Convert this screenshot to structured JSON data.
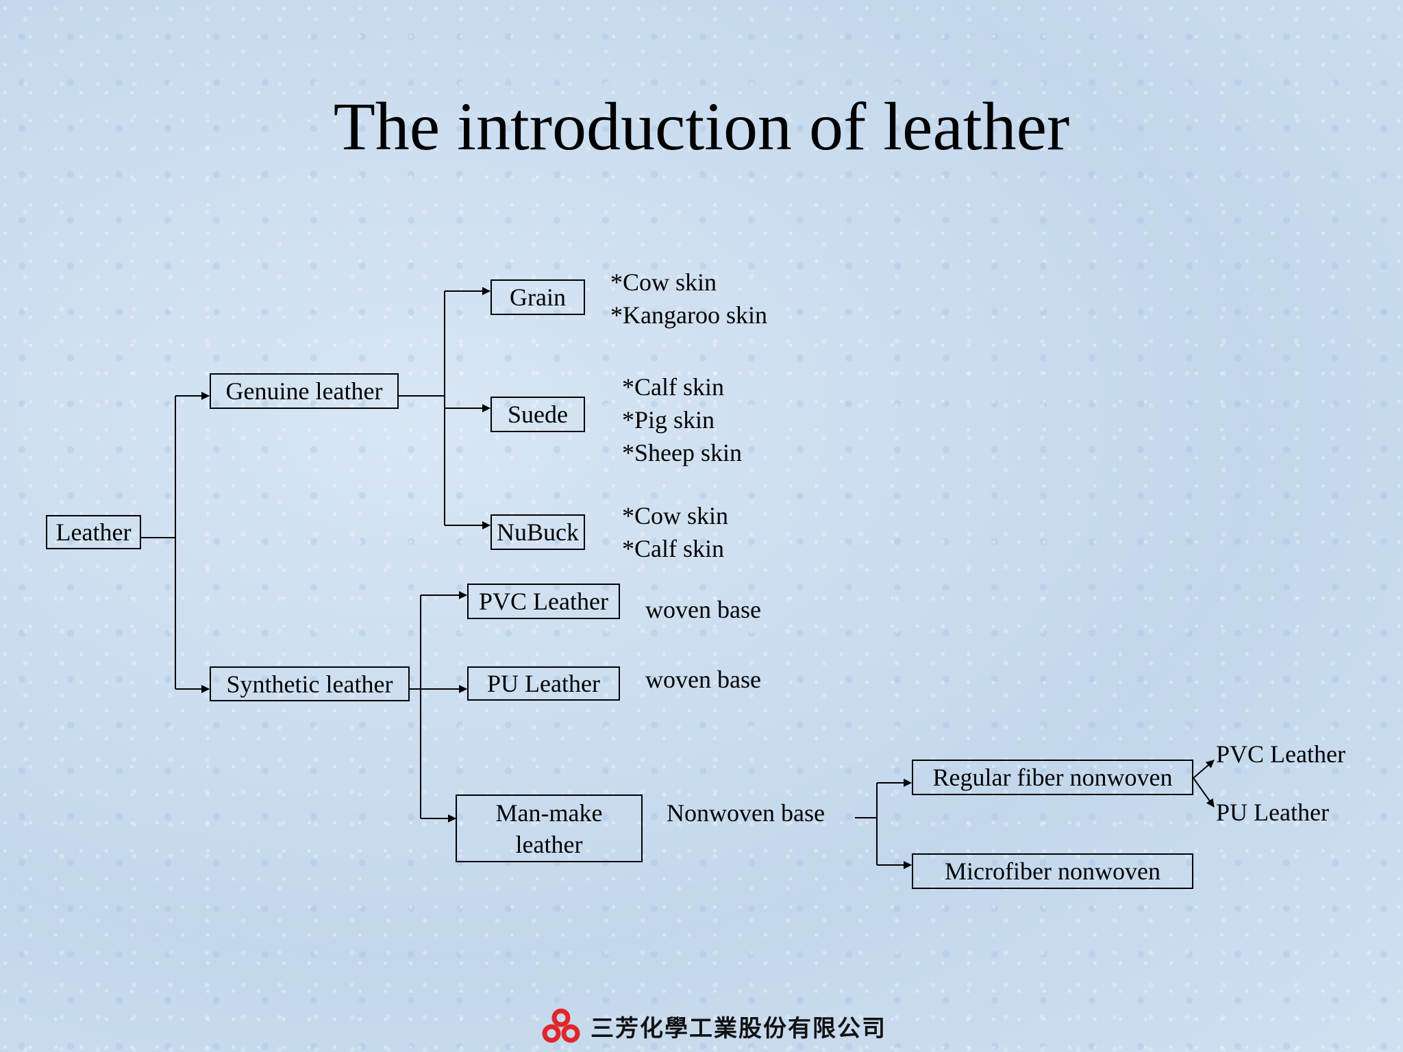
{
  "title": "The introduction of leather",
  "nodes": {
    "leather": "Leather",
    "genuine": "Genuine leather",
    "synthetic": "Synthetic leather",
    "grain": "Grain",
    "suede": "Suede",
    "nubuck": "NuBuck",
    "pvc": "PVC Leather",
    "pu": "PU Leather",
    "manmake": "Man-make\nleather",
    "regular": "Regular fiber nonwoven",
    "microfiber": "Microfiber nonwoven"
  },
  "notes": {
    "grain": [
      "*Cow skin",
      "*Kangaroo skin"
    ],
    "suede": [
      "*Calf skin",
      "*Pig skin",
      "*Sheep skin"
    ],
    "nubuck": [
      "*Cow skin",
      "*Calf skin"
    ],
    "pvc_base": "woven base",
    "pu_base": "woven base",
    "nonwoven_base": "Nonwoven base",
    "regular_out_pvc": "PVC Leather",
    "regular_out_pu": "PU Leather"
  },
  "footer": {
    "company": "三芳化學工業股份有限公司",
    "logo_icon": "three-circles-logo-icon",
    "logo_color": "#e0262b"
  }
}
